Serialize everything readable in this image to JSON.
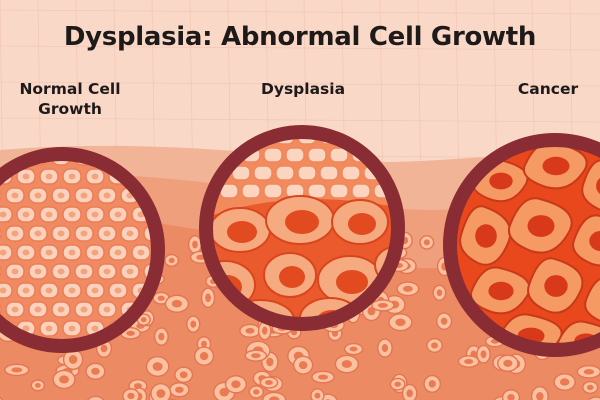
{
  "title": "Dysplasia: Abnormal Cell Growth",
  "stages": [
    {
      "label_line1": "Normal Cell",
      "label_line2": "Growth"
    },
    {
      "label_line1": "Dysplasia"
    },
    {
      "label_line1": "Cancer"
    }
  ],
  "colors": {
    "background": "#f9d8c8",
    "grid": "#efbfa8",
    "ring": "#8a2c33",
    "normal_fill": "#f08a62",
    "normal_cell": "#fbd2bd",
    "dysplasia_cell": "#f5aa80",
    "cancer_fill": "#e9481c",
    "cancer_cell": "#f59a62",
    "tissue_cell": "#fbc2a2",
    "text": "#1e1a1a"
  }
}
